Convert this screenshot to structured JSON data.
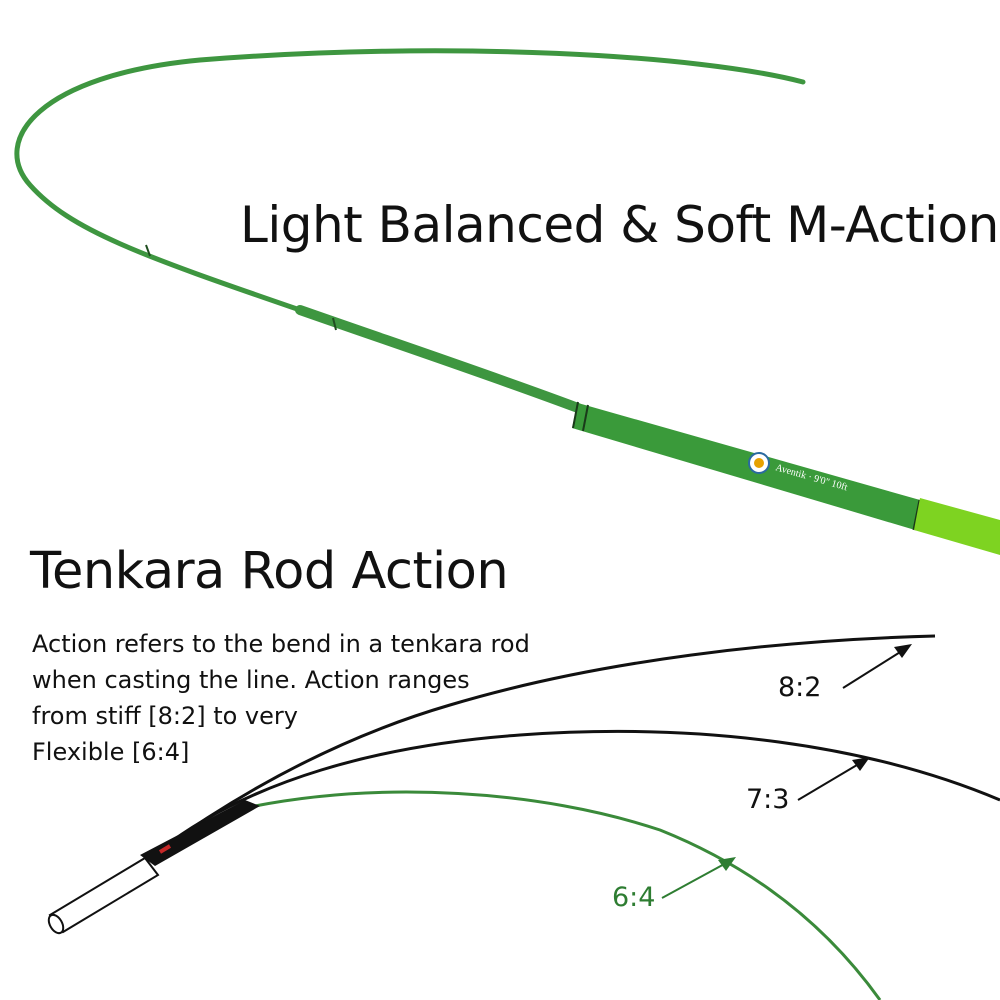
{
  "headline": "Light Balanced & Soft M-Action",
  "section_title": "Tenkara Rod Action",
  "description_lines": [
    "Action refers to the bend in a tenkara rod",
    "when casting the line. Action ranges",
    "from stiff [8:2] to very",
    "Flexible [6:4]"
  ],
  "action_labels": {
    "stiff": "8:2",
    "medium": "7:3",
    "flexible": "6:4"
  },
  "colors": {
    "rod_green": "#3e9640",
    "rod_dark_green": "#2e7d32",
    "handle_green": "#7ed321",
    "curve_black": "#111111",
    "curve_green": "#3a8a3a",
    "label_green": "#2e7d32"
  },
  "icons": {
    "brand_logo": "brand-logo-icon"
  }
}
